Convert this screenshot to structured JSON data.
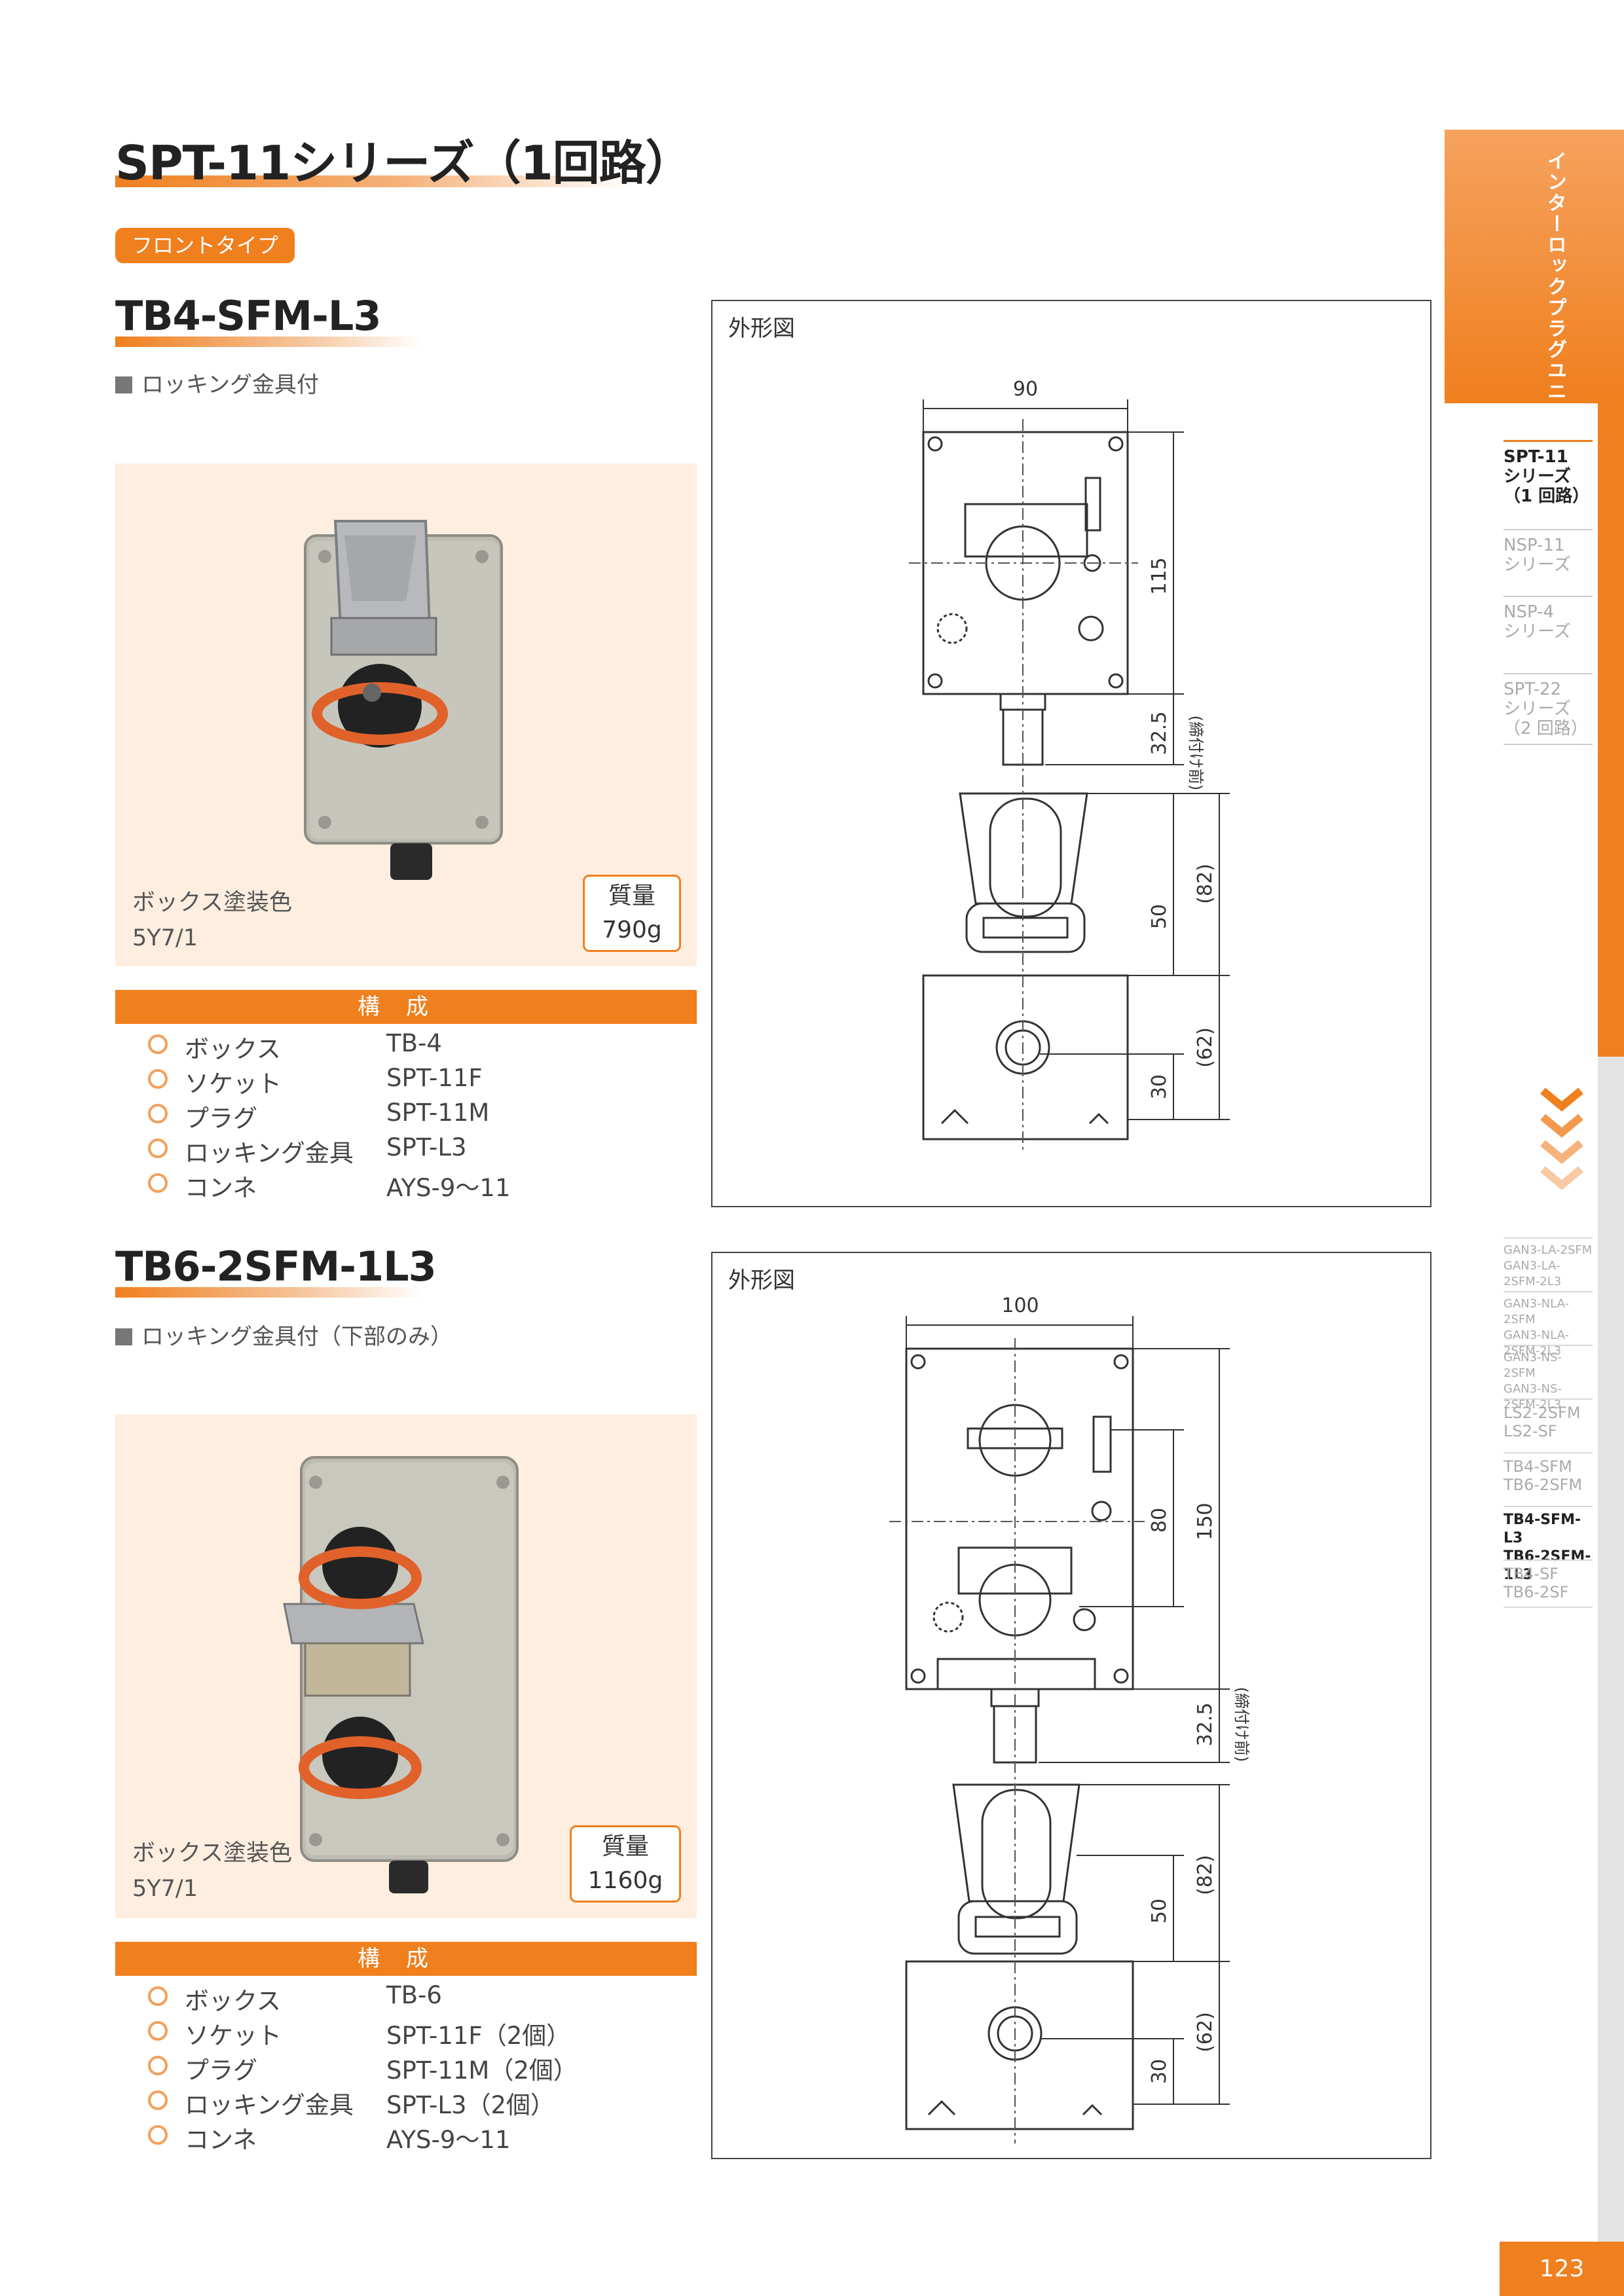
{
  "page": {
    "title": "SPT-11シリーズ（1回路）",
    "badge": "フロントタイプ",
    "number": "123"
  },
  "sections": [
    {
      "model": "TB4-SFM-L3",
      "note": "ロッキング金具付",
      "paint_label": "ボックス塗装色",
      "paint_value": "5Y7/1",
      "weight_label": "質量",
      "weight_value": "790g",
      "config_title": "構成",
      "config": [
        {
          "name": "ボックス",
          "value": "TB-4"
        },
        {
          "name": "ソケット",
          "value": "SPT-11F"
        },
        {
          "name": "プラグ",
          "value": "SPT-11M"
        },
        {
          "name": "ロッキング金具",
          "value": "SPT-L3"
        },
        {
          "name": "コンネ",
          "value": "AYS-9～11"
        }
      ],
      "drawing": {
        "label": "外形図",
        "dim_width": "90",
        "dim_height": "115",
        "dim_gland": "32.5",
        "dim_gland_note": "(締付け前)",
        "dim_82": "(82)",
        "dim_50": "50",
        "dim_62": "(62)",
        "dim_30": "30"
      }
    },
    {
      "model": "TB6-2SFM-1L3",
      "note": "ロッキング金具付（下部のみ）",
      "paint_label": "ボックス塗装色",
      "paint_value": "5Y7/1",
      "weight_label": "質量",
      "weight_value": "1160g",
      "config_title": "構成",
      "config": [
        {
          "name": "ボックス",
          "value": "TB-6"
        },
        {
          "name": "ソケット",
          "value": "SPT-11F（2個）"
        },
        {
          "name": "プラグ",
          "value": "SPT-11M（2個）"
        },
        {
          "name": "ロッキング金具",
          "value": "SPT-L3（2個）"
        },
        {
          "name": "コンネ",
          "value": "AYS-9～11"
        }
      ],
      "drawing": {
        "label": "外形図",
        "dim_width": "100",
        "dim_height": "150",
        "dim_inner": "80",
        "dim_gland": "32.5",
        "dim_gland_note": "(締付け前)",
        "dim_82": "(82)",
        "dim_50": "50",
        "dim_62": "(62)",
        "dim_30": "30"
      }
    }
  ],
  "sidebar": {
    "tab_title": "インターロックプラグユニット",
    "series": [
      {
        "line1": "SPT-11",
        "line2": "シリーズ",
        "line3": "（1 回路）",
        "active": true
      },
      {
        "line1": "NSP-11",
        "line2": "シリーズ",
        "line3": "",
        "active": false
      },
      {
        "line1": "NSP-4",
        "line2": "シリーズ",
        "line3": "",
        "active": false
      },
      {
        "line1": "SPT-22",
        "line2": "シリーズ",
        "line3": "（2 回路）",
        "active": false
      }
    ],
    "models": [
      {
        "line1": "GAN3-LA-2SFM",
        "line2": "GAN3-LA-2SFM-2L3"
      },
      {
        "line1": "GAN3-NLA-2SFM",
        "line2": "GAN3-NLA-2SFM-2L3"
      },
      {
        "line1": "GAN3-NS-2SFM",
        "line2": "GAN3-NS-2SFM-2L3"
      },
      {
        "line1": "LS2-2SFM",
        "line2": "LS2-SF"
      },
      {
        "line1": "TB4-SFM",
        "line2": "TB6-2SFM"
      },
      {
        "line1": "TB4-SFM-L3",
        "line2": "TB6-2SFM-1L3"
      },
      {
        "line1": "TB4-SF",
        "line2": "TB6-2SF"
      }
    ]
  },
  "colors": {
    "accent": "#f07f1e",
    "photo_bg": "#fdeee0",
    "box_gray": "#b9b8b0",
    "lock_orange": "#e0622a"
  }
}
